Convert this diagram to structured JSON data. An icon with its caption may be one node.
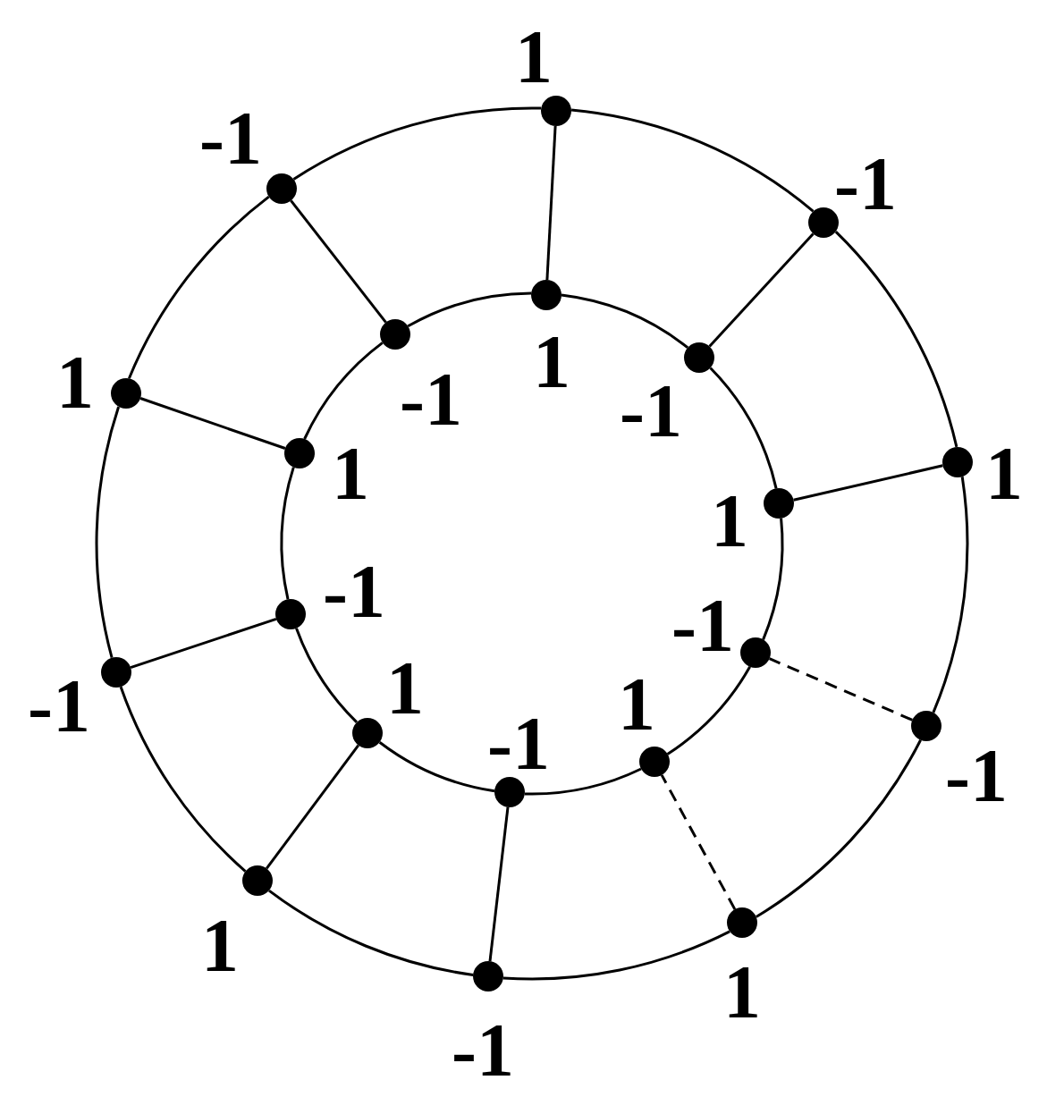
{
  "diagram": {
    "nodes": [
      {
        "text": [],
        "shape": "circle",
        "beside": [
          "1"
        ]
      },
      {
        "text": [],
        "shape": "circle",
        "beside": [
          "-1"
        ]
      },
      {
        "text": [],
        "shape": "circle",
        "beside": [
          "1"
        ]
      },
      {
        "text": [],
        "shape": "circle",
        "beside": [
          "-1"
        ]
      },
      {
        "text": [],
        "shape": "circle",
        "beside": [
          "1"
        ]
      },
      {
        "text": [],
        "shape": "circle",
        "beside": [
          "-1"
        ]
      },
      {
        "text": [],
        "shape": "circle",
        "beside": [
          "1"
        ]
      },
      {
        "text": [],
        "shape": "circle",
        "beside": [
          "-1"
        ]
      },
      {
        "text": [],
        "shape": "circle",
        "beside": [
          "1"
        ]
      },
      {
        "text": [],
        "shape": "circle",
        "beside": [
          "-1"
        ]
      },
      {
        "text": [],
        "shape": "circle",
        "beside": [
          "1"
        ]
      },
      {
        "text": [],
        "shape": "circle",
        "beside": [
          "-1"
        ]
      },
      {
        "text": [],
        "shape": "circle",
        "beside": [
          "1"
        ]
      },
      {
        "text": [],
        "shape": "circle",
        "beside": [
          "-1"
        ]
      },
      {
        "text": [],
        "shape": "circle",
        "beside": [
          "1"
        ]
      },
      {
        "text": [],
        "shape": "circle",
        "beside": [
          "-1"
        ]
      },
      {
        "text": [],
        "shape": "circle",
        "beside": [
          "1"
        ]
      },
      {
        "text": [],
        "shape": "circle",
        "beside": [
          "-1"
        ]
      },
      {
        "text": [],
        "shape": "circle",
        "beside": [
          "1"
        ]
      },
      {
        "text": [],
        "shape": "circle",
        "beside": [
          "-1"
        ]
      }
    ],
    "edges": [
      {
        "from": 0,
        "to": 1,
        "arrow": "none"
      },
      {
        "from": 1,
        "to": 2,
        "arrow": "none"
      },
      {
        "from": 2,
        "to": 3,
        "arrow": "none"
      },
      {
        "from": 3,
        "to": 4,
        "arrow": "none"
      },
      {
        "from": 4,
        "to": 5,
        "arrow": "none"
      },
      {
        "from": 5,
        "to": 6,
        "arrow": "none"
      },
      {
        "from": 6,
        "to": 7,
        "arrow": "none"
      },
      {
        "from": 7,
        "to": 8,
        "arrow": "none"
      },
      {
        "from": 8,
        "to": 9,
        "arrow": "none"
      },
      {
        "from": 9,
        "to": 0,
        "arrow": "none"
      },
      {
        "from": 10,
        "to": 11,
        "arrow": "none"
      },
      {
        "from": 11,
        "to": 12,
        "arrow": "none"
      },
      {
        "from": 12,
        "to": 13,
        "arrow": "none"
      },
      {
        "from": 13,
        "to": 14,
        "arrow": "none"
      },
      {
        "from": 14,
        "to": 15,
        "arrow": "none"
      },
      {
        "from": 15,
        "to": 16,
        "arrow": "none"
      },
      {
        "from": 16,
        "to": 17,
        "arrow": "none"
      },
      {
        "from": 17,
        "to": 18,
        "arrow": "none"
      },
      {
        "from": 18,
        "to": 19,
        "arrow": "none"
      },
      {
        "from": 19,
        "to": 10,
        "arrow": "none"
      },
      {
        "from": 0,
        "to": 10,
        "arrow": "none"
      },
      {
        "from": 1,
        "to": 11,
        "arrow": "none"
      },
      {
        "from": 2,
        "to": 12,
        "arrow": "none"
      },
      {
        "from": 3,
        "to": 13,
        "arrow": "none",
        "style": "dashed"
      },
      {
        "from": 4,
        "to": 14,
        "arrow": "none",
        "style": "dashed"
      },
      {
        "from": 5,
        "to": 15,
        "arrow": "none"
      },
      {
        "from": 6,
        "to": 16,
        "arrow": "none"
      },
      {
        "from": 7,
        "to": 17,
        "arrow": "none"
      },
      {
        "from": 8,
        "to": 18,
        "arrow": "none"
      },
      {
        "from": 9,
        "to": 19,
        "arrow": "none"
      }
    ]
  }
}
